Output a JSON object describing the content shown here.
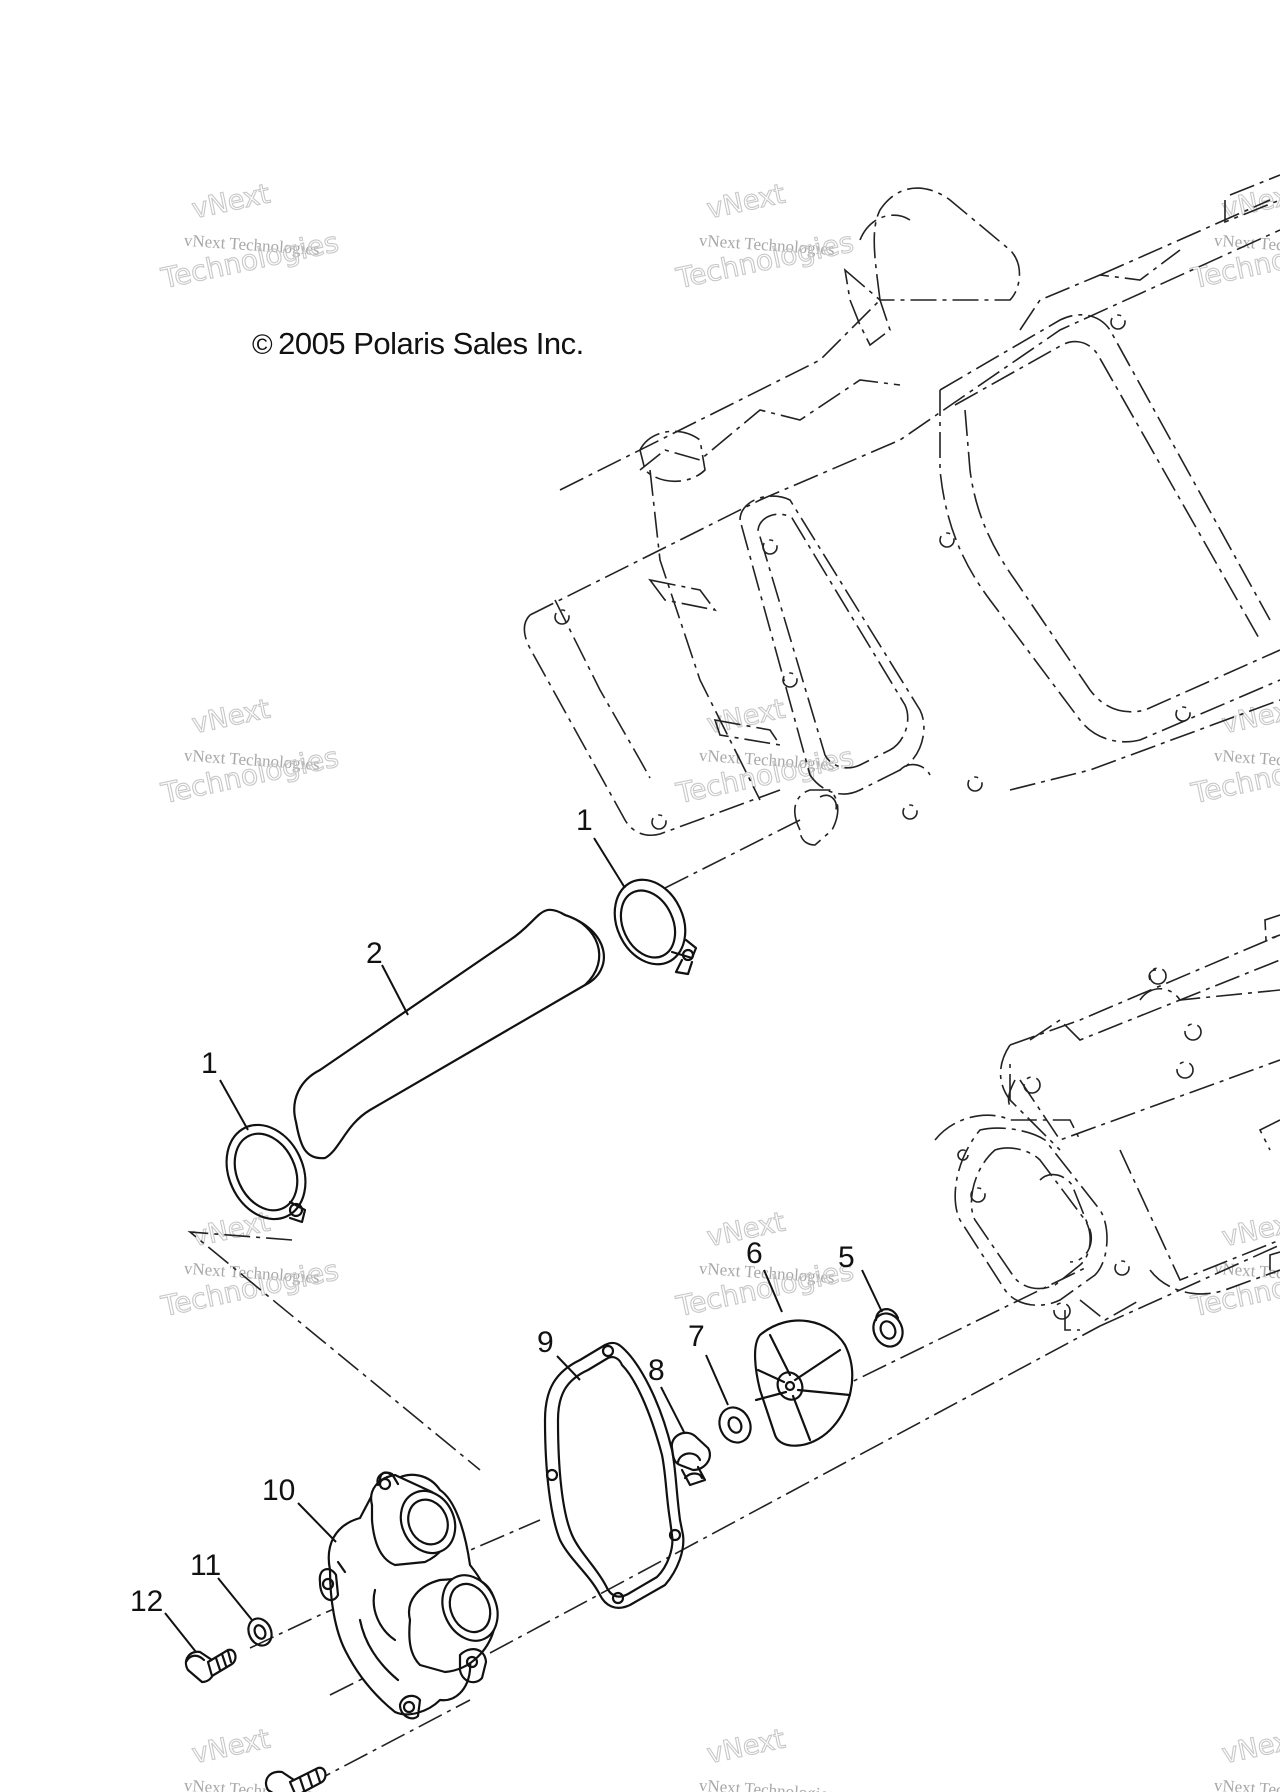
{
  "copyright": {
    "symbol": "©",
    "text": "2005 Polaris Sales Inc."
  },
  "watermark": {
    "line1": "vNext Technologies",
    "line2": "vNext",
    "line3": "Technologies"
  },
  "callouts": [
    {
      "id": "c1a",
      "label": "1"
    },
    {
      "id": "c1b",
      "label": "1"
    },
    {
      "id": "c2",
      "label": "2"
    },
    {
      "id": "c5",
      "label": "5"
    },
    {
      "id": "c6",
      "label": "6"
    },
    {
      "id": "c7",
      "label": "7"
    },
    {
      "id": "c8",
      "label": "8"
    },
    {
      "id": "c9",
      "label": "9"
    },
    {
      "id": "c10",
      "label": "10"
    },
    {
      "id": "c11",
      "label": "11"
    },
    {
      "id": "c12",
      "label": "12"
    }
  ]
}
